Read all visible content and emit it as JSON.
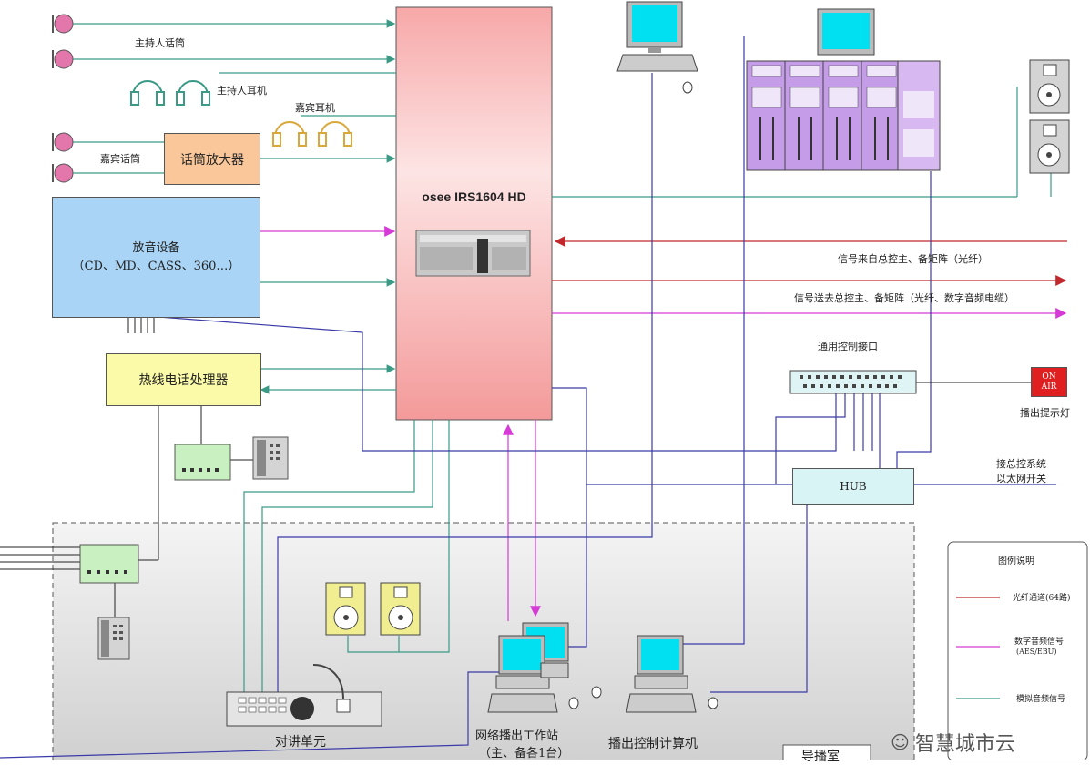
{
  "main_unit": {
    "title": "osee  IRS1604 HD"
  },
  "labels": {
    "host_mic": "主持人话筒",
    "host_headphone": "主持人耳机",
    "guest_headphone": "嘉宾耳机",
    "guest_mic": "嘉宾话筒",
    "mic_amp": "话筒放大器",
    "playback_title": "放音设备",
    "playback_sub": "（CD、MD、CASS、360…）",
    "hotline": "热线电话处理器",
    "signal_in": "信号来自总控主、备矩阵（光纤）",
    "signal_out": "信号送去总控主、备矩阵（光纤、数字音频电缆）",
    "gpio": "通用控制接口",
    "onair_light": "播出提示灯",
    "onair_text": "ON AIR",
    "hub": "HUB",
    "hub_note_1": "接总控系统",
    "hub_note_2": "以太网开关",
    "intercom": "对讲单元",
    "workstation_1": "网络播出工作站",
    "workstation_2": "（主、备各1台）",
    "control_pc": "播出控制计算机",
    "director_room": "导播室",
    "watermark": "智慧城市云"
  },
  "legend": {
    "title": "图例说明",
    "items": [
      {
        "label": "光纤通道(64路)",
        "color": "#c0282c"
      },
      {
        "label": "数字音频信号",
        "label2": "(AES/EBU)",
        "color": "#d63ad6"
      },
      {
        "label": "模拟音频信号",
        "color": "#3a9a86"
      }
    ]
  },
  "colors": {
    "fiber": "#c0282c",
    "digital": "#d63ad6",
    "analog": "#3a9a86",
    "control": "#3a3aa8",
    "main_unit": "#f4a7a7",
    "playback": "#a9d4f5",
    "hotline": "#fafaa8",
    "mic_amp": "#f9c79a",
    "hub": "#d8f4f4",
    "console": "#c59ce8"
  }
}
